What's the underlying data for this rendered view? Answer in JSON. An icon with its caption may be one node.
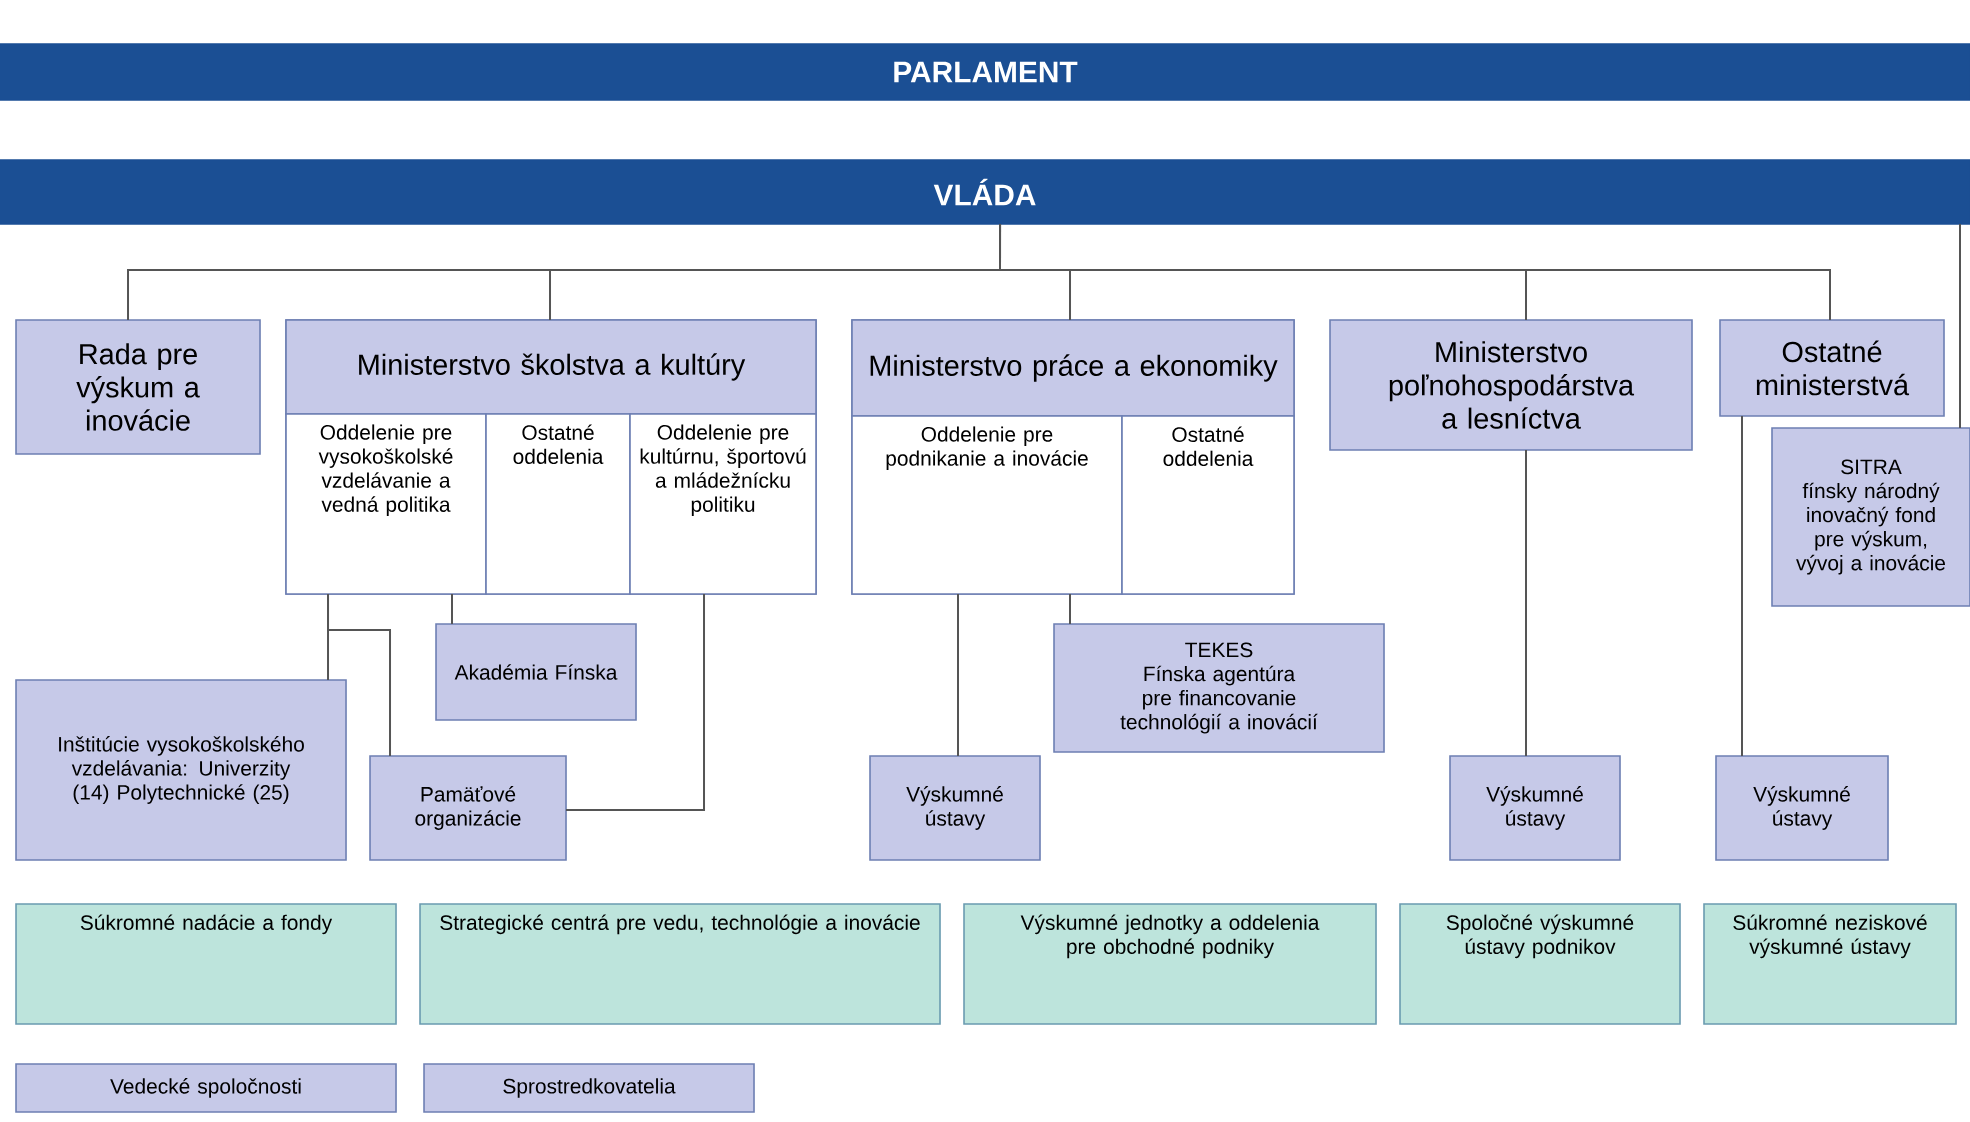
{
  "diagram": {
    "nodes": [
      {
        "text": [
          "PARLAMENT"
        ]
      },
      {
        "text": [
          "VLÁDA"
        ]
      },
      {
        "text": [
          "Rada pre výskum a inovácie"
        ]
      },
      {
        "text": [
          "Ministerstvo školstva a kultúry"
        ]
      },
      {
        "text": [
          "Oddelenie pre vysokoškolské vzdelávanie a vedná politika"
        ],
        "in": 3
      },
      {
        "text": [
          "Ostatné oddelenia"
        ],
        "in": 3
      },
      {
        "text": [
          "Oddelenie pre kultúrnu, športovú a mládežnícku politiku"
        ],
        "in": 3
      },
      {
        "text": [
          "Ministerstvo práce a ekonomiky"
        ]
      },
      {
        "text": [
          "Oddelenie pre podnikanie a inovácie"
        ],
        "in": 7
      },
      {
        "text": [
          "Ostatné oddelenia"
        ],
        "in": 7
      },
      {
        "text": [
          "Ministerstvo poľnohospodárstva a lesníctva"
        ]
      },
      {
        "text": [
          "Ostatné ministerstvá"
        ]
      },
      {
        "text": [
          "SITRA",
          "fínsky národný inovačný fond pre výskum, vývoj a inovácie"
        ]
      },
      {
        "text": [
          "Akadémia Fínska"
        ]
      },
      {
        "text": [
          "Inštitúcie vysokoškolského vzdelávania: Univerzity (14) Polytechnické (25)"
        ]
      },
      {
        "text": [
          "Pamäťové organizácie"
        ]
      },
      {
        "text": [
          "TEKES",
          "Fínska agentúra pre financovanie technológií a inovácií"
        ]
      },
      {
        "text": [
          "Výskumné ústavy"
        ]
      },
      {
        "text": [
          "Výskumné ústavy"
        ]
      },
      {
        "text": [
          "Výskumné ústavy"
        ]
      },
      {
        "text": [
          "Súkromné nadácie a fondy"
        ]
      },
      {
        "text": [
          "Strategické centrá pre vedu, technológie a inovácie"
        ]
      },
      {
        "text": [
          "Výskumné jednotky a oddelenia pre obchodné podniky"
        ]
      },
      {
        "text": [
          "Spoločné výskumné ústavy podnikov"
        ]
      },
      {
        "text": [
          "Súkromné neziskové výskumné ústavy"
        ]
      },
      {
        "text": [
          "Vedecké spoločnosti"
        ]
      },
      {
        "text": [
          "Sprostredkovatelia"
        ]
      }
    ],
    "edges": [
      {
        "from": 1,
        "to": 2,
        "arrow": "none"
      },
      {
        "from": 1,
        "to": 3,
        "arrow": "none"
      },
      {
        "from": 1,
        "to": 7,
        "arrow": "none"
      },
      {
        "from": 1,
        "to": 10,
        "arrow": "none"
      },
      {
        "from": 1,
        "to": 11,
        "arrow": "none"
      },
      {
        "from": 1,
        "to": 12,
        "arrow": "none"
      },
      {
        "from": 4,
        "to": 14,
        "arrow": "none"
      },
      {
        "from": 4,
        "to": 15,
        "arrow": "none"
      },
      {
        "from": 4,
        "to": 13,
        "arrow": "none"
      },
      {
        "from": 6,
        "to": 15,
        "arrow": "none"
      },
      {
        "from": 8,
        "to": 17,
        "arrow": "none"
      },
      {
        "from": 8,
        "to": 16,
        "arrow": "none"
      },
      {
        "from": 10,
        "to": 18,
        "arrow": "none"
      },
      {
        "from": 11,
        "to": 19,
        "arrow": "none"
      }
    ]
  }
}
